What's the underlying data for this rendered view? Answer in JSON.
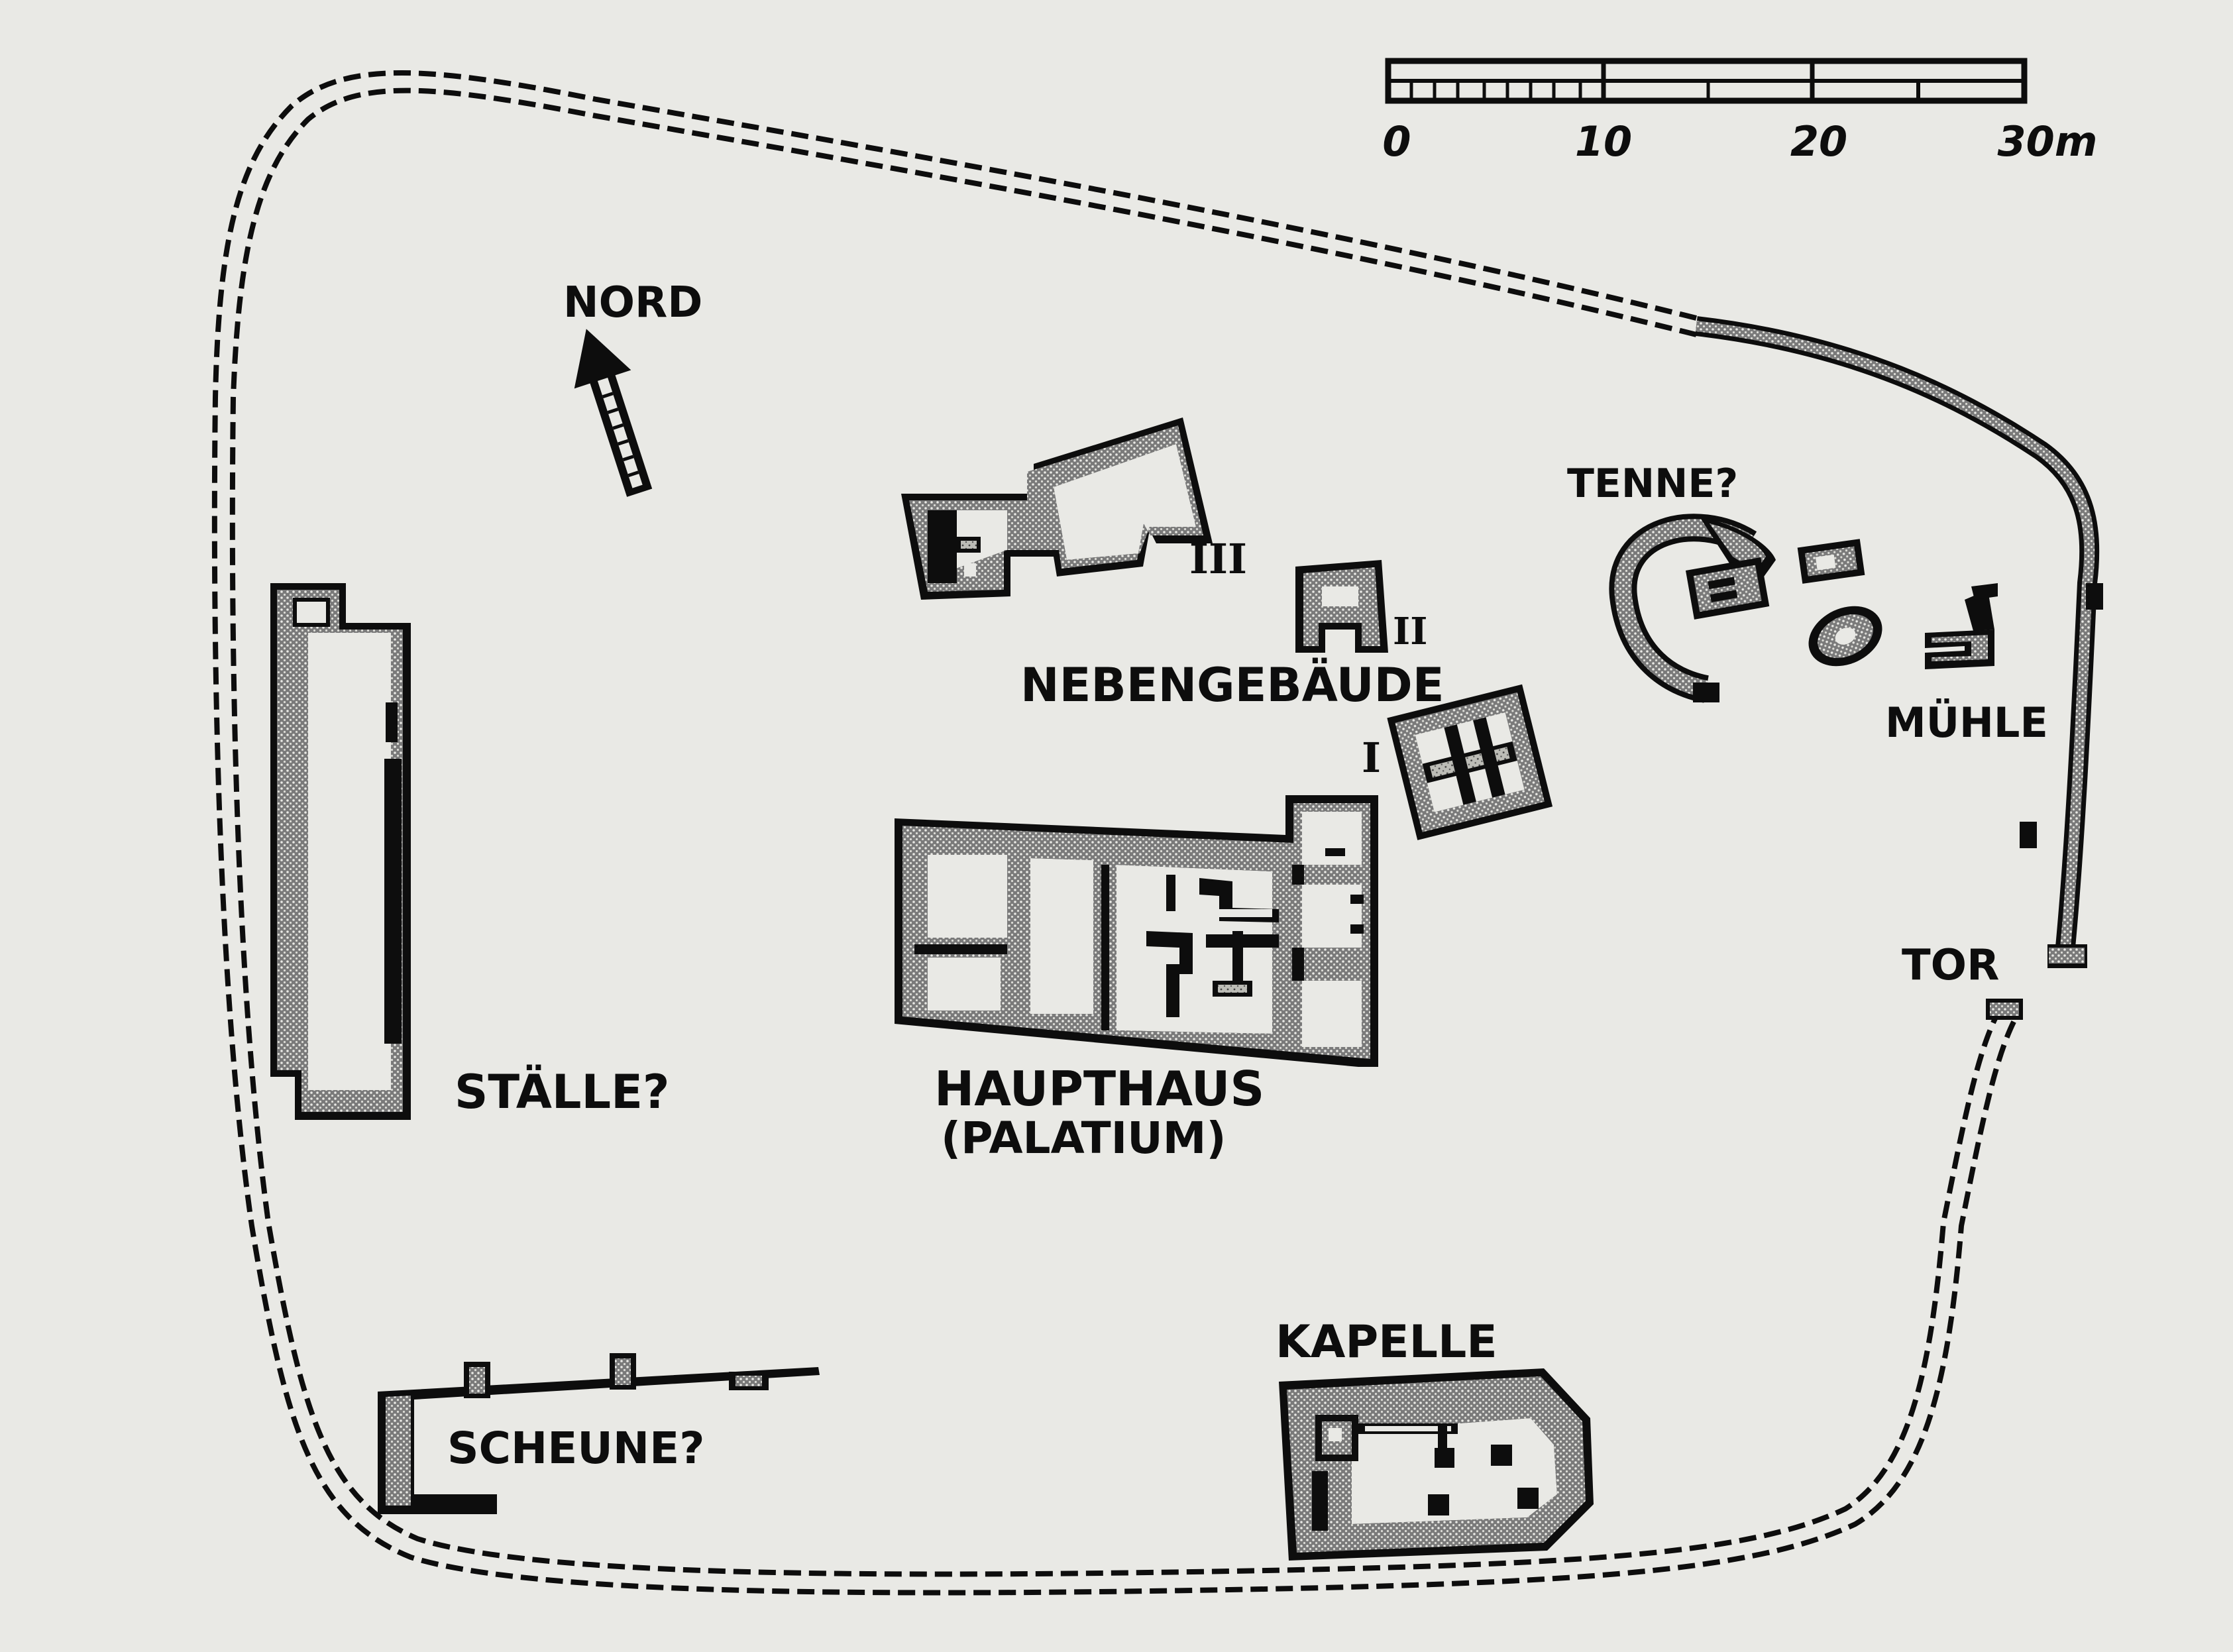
{
  "labels": {
    "north": "NORD",
    "tenne": "TENNE?",
    "nebengebaeude": "NEBENGEBÄUDE",
    "roman_1": "I",
    "roman_2": "II",
    "roman_3": "III",
    "muehle": "MÜHLE",
    "tor": "TOR",
    "staelle": "STÄLLE?",
    "haupthaus": "HAUPTHAUS",
    "palatium": "(PALATIUM)",
    "kapelle": "KAPELLE",
    "scheune": "SCHEUNE?"
  },
  "scale_bar": {
    "tick_labels": [
      "0",
      "10",
      "20",
      "30m"
    ],
    "max_value": 30,
    "unit": "m"
  },
  "colors": {
    "ink": "#0d0d0d",
    "paper": "#e9e9e5",
    "stipple": "#6a6a6a"
  }
}
